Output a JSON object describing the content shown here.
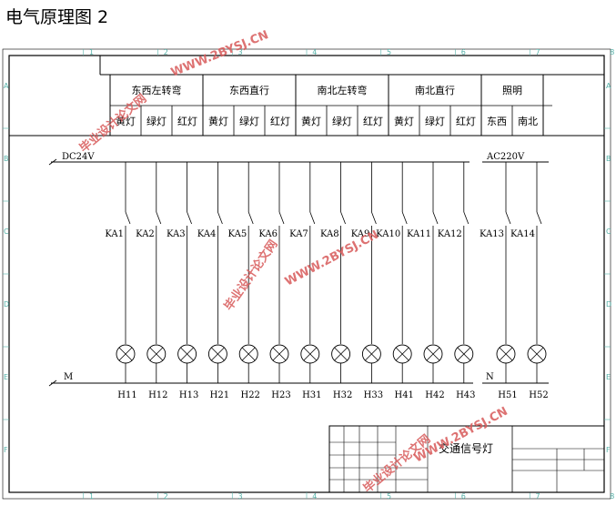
{
  "page_title": "电气原理图 2",
  "zones": {
    "cols": [
      "1",
      "2",
      "3",
      "4",
      "5",
      "6",
      "7",
      "8"
    ],
    "rows": [
      "A",
      "B",
      "C",
      "D",
      "E",
      "F"
    ]
  },
  "header": {
    "groups": [
      {
        "name": "东西左转弯",
        "lamps": [
          "黄灯",
          "绿灯",
          "红灯"
        ]
      },
      {
        "name": "东西直行",
        "lamps": [
          "黄灯",
          "绿灯",
          "红灯"
        ]
      },
      {
        "name": "南北左转弯",
        "lamps": [
          "黄灯",
          "绿灯",
          "红灯"
        ]
      },
      {
        "name": "南北直行",
        "lamps": [
          "黄灯",
          "绿灯",
          "红灯"
        ]
      },
      {
        "name": "照明",
        "lamps": [
          "东西",
          "南北"
        ]
      }
    ]
  },
  "supply": {
    "dc": "DC24V",
    "ac": "AC220V",
    "neutral_m": "M",
    "neutral_n": "N"
  },
  "relays": [
    "KA1",
    "KA2",
    "KA3",
    "KA4",
    "KA5",
    "KA6",
    "KA7",
    "KA8",
    "KA9",
    "KA10",
    "KA11",
    "KA12",
    "KA13",
    "KA14"
  ],
  "lamps": [
    "H11",
    "H12",
    "H13",
    "H21",
    "H22",
    "H23",
    "H31",
    "H32",
    "H33",
    "H41",
    "H42",
    "H43",
    "H51",
    "H52"
  ],
  "title_block": {
    "drawing_name": "交通信号灯"
  },
  "watermarks": [
    "毕业设计论文网",
    "WWW.2BYSJ.CN"
  ]
}
